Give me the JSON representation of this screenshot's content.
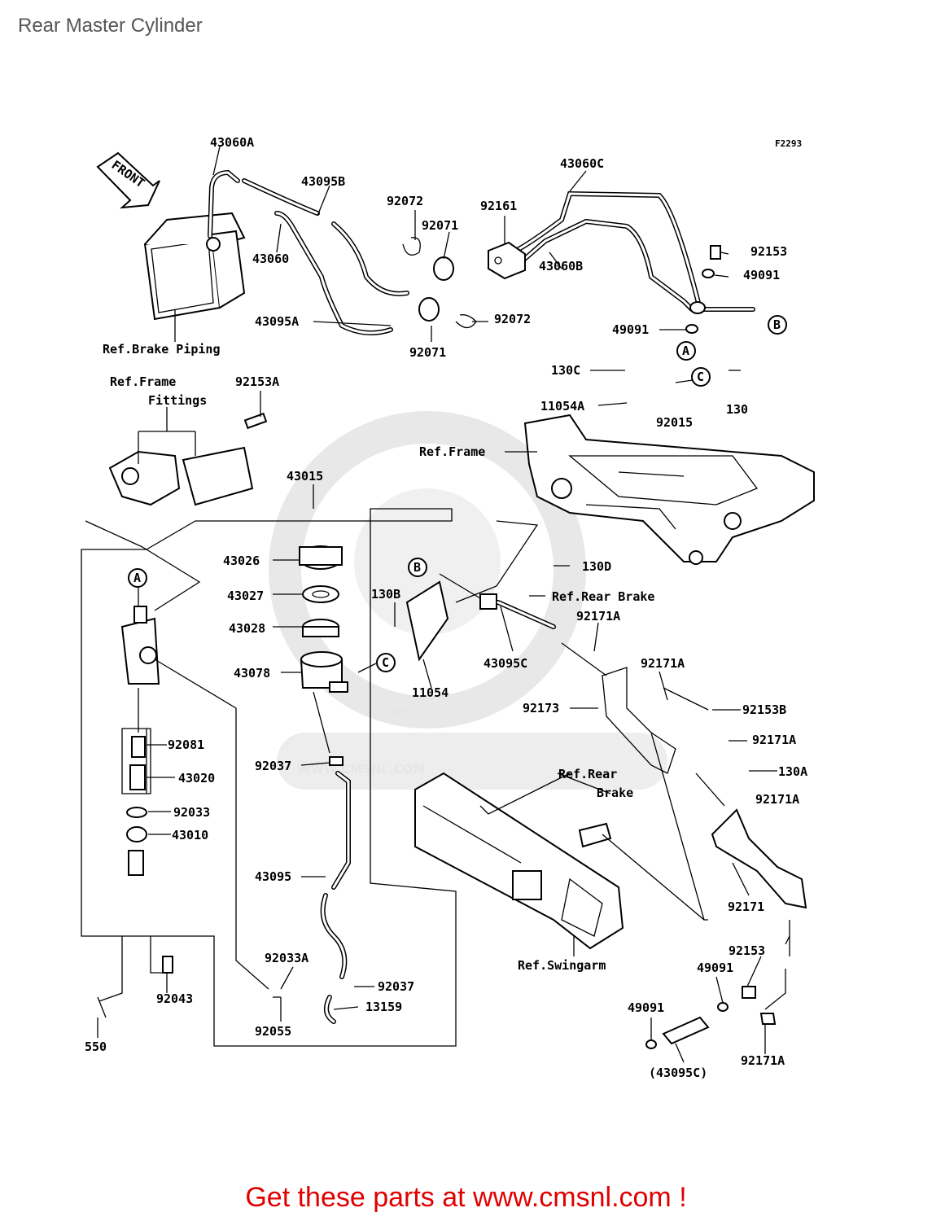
{
  "page": {
    "title": "Rear Master Cylinder"
  },
  "diagram": {
    "code": "F2293",
    "front_label": "FRONT",
    "watermark": {
      "brand": "CMS",
      "url": "WWW.CMSNL.COM"
    },
    "callouts": [
      {
        "id": "c-43060A",
        "text": "43060A"
      },
      {
        "id": "c-43095B",
        "text": "43095B"
      },
      {
        "id": "c-92072-top",
        "text": "92072"
      },
      {
        "id": "c-92161",
        "text": "92161"
      },
      {
        "id": "c-43060C",
        "text": "43060C"
      },
      {
        "id": "c-92071-top",
        "text": "92071"
      },
      {
        "id": "c-92153-top",
        "text": "92153"
      },
      {
        "id": "c-43060",
        "text": "43060"
      },
      {
        "id": "c-43060B",
        "text": "43060B"
      },
      {
        "id": "c-49091-top",
        "text": "49091"
      },
      {
        "id": "c-43095A",
        "text": "43095A"
      },
      {
        "id": "c-92072-bot",
        "text": "92072"
      },
      {
        "id": "c-49091-mid",
        "text": "49091"
      },
      {
        "id": "c-ref-brake-piping",
        "text": "Ref.Brake Piping"
      },
      {
        "id": "c-92071-bot",
        "text": "92071"
      },
      {
        "id": "c-130C",
        "text": "130C"
      },
      {
        "id": "c-ref-frame-fittings-1",
        "text": "Ref.Frame"
      },
      {
        "id": "c-92153A",
        "text": "92153A"
      },
      {
        "id": "c-ref-frame-fittings-2",
        "text": "Fittings"
      },
      {
        "id": "c-11054A",
        "text": "11054A"
      },
      {
        "id": "c-92015",
        "text": "92015"
      },
      {
        "id": "c-130",
        "text": "130"
      },
      {
        "id": "c-ref-frame",
        "text": "Ref.Frame"
      },
      {
        "id": "c-43015",
        "text": "43015"
      },
      {
        "id": "c-43026",
        "text": "43026"
      },
      {
        "id": "c-130D",
        "text": "130D"
      },
      {
        "id": "c-43027",
        "text": "43027"
      },
      {
        "id": "c-130B",
        "text": "130B"
      },
      {
        "id": "c-ref-rear-brake-1",
        "text": "Ref.Rear Brake"
      },
      {
        "id": "c-92171A-1",
        "text": "92171A"
      },
      {
        "id": "c-43028",
        "text": "43028"
      },
      {
        "id": "c-43095C",
        "text": "43095C"
      },
      {
        "id": "c-92171A-2",
        "text": "92171A"
      },
      {
        "id": "c-43078",
        "text": "43078"
      },
      {
        "id": "c-11054",
        "text": "11054"
      },
      {
        "id": "c-92173",
        "text": "92173"
      },
      {
        "id": "c-92153B",
        "text": "92153B"
      },
      {
        "id": "c-92081",
        "text": "92081"
      },
      {
        "id": "c-92171A-3",
        "text": "92171A"
      },
      {
        "id": "c-92037-top",
        "text": "92037"
      },
      {
        "id": "c-ref-rear-brake-2a",
        "text": "Ref.Rear"
      },
      {
        "id": "c-130A",
        "text": "130A"
      },
      {
        "id": "c-43020",
        "text": "43020"
      },
      {
        "id": "c-ref-rear-brake-2b",
        "text": "Brake"
      },
      {
        "id": "c-92171A-4",
        "text": "92171A"
      },
      {
        "id": "c-92033",
        "text": "92033"
      },
      {
        "id": "c-43010",
        "text": "43010"
      },
      {
        "id": "c-43095",
        "text": "43095"
      },
      {
        "id": "c-92171",
        "text": "92171"
      },
      {
        "id": "c-ref-swingarm",
        "text": "Ref.Swingarm"
      },
      {
        "id": "c-92033A",
        "text": "92033A"
      },
      {
        "id": "c-92153-bot",
        "text": "92153"
      },
      {
        "id": "c-49091-bot1",
        "text": "49091"
      },
      {
        "id": "c-92037-bot",
        "text": "92037"
      },
      {
        "id": "c-92043",
        "text": "92043"
      },
      {
        "id": "c-13159",
        "text": "13159"
      },
      {
        "id": "c-49091-bot2",
        "text": "49091"
      },
      {
        "id": "c-92055",
        "text": "92055"
      },
      {
        "id": "c-550",
        "text": "550"
      },
      {
        "id": "c-92171A-5",
        "text": "92171A"
      },
      {
        "id": "c-43095C-paren",
        "text": "(43095C)"
      }
    ],
    "ref_markers": [
      {
        "id": "m-B-top",
        "text": "B"
      },
      {
        "id": "m-A-top",
        "text": "A"
      },
      {
        "id": "m-C-top",
        "text": "C"
      },
      {
        "id": "m-A-left",
        "text": "A"
      },
      {
        "id": "m-B-mid",
        "text": "B"
      },
      {
        "id": "m-C-mid",
        "text": "C"
      }
    ]
  },
  "footer": {
    "text": "Get these parts at www.cmsnl.com !",
    "color": "#e00000"
  }
}
